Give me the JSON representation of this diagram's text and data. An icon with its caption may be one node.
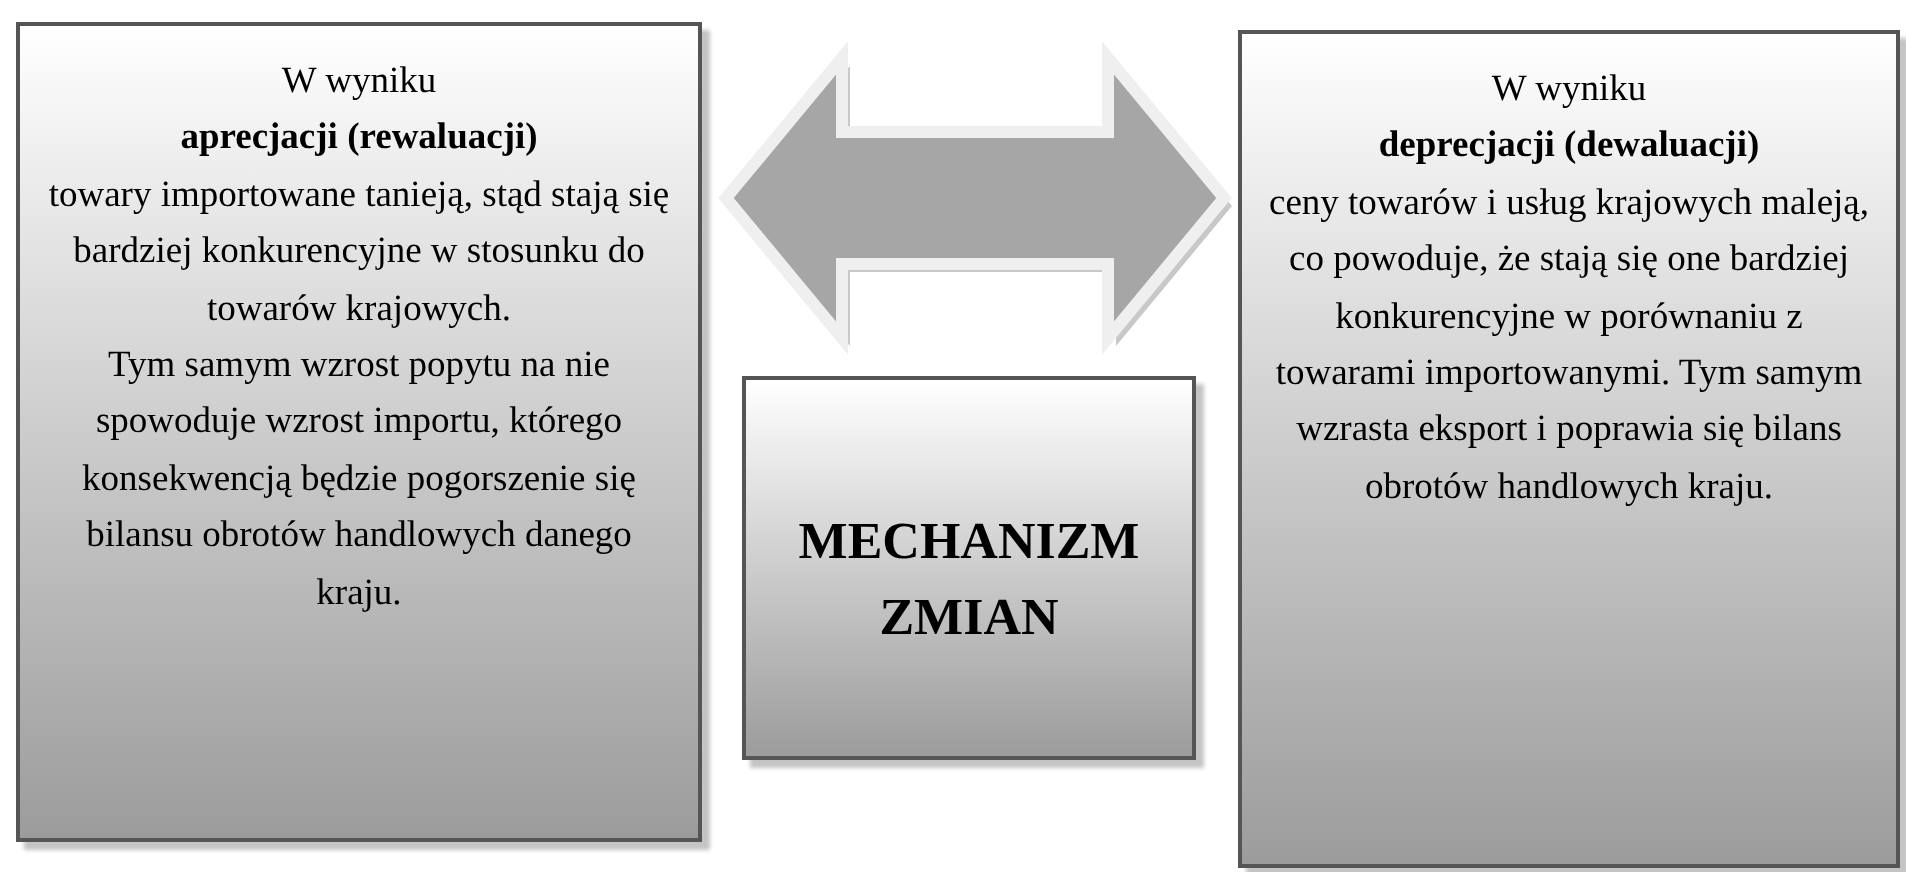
{
  "diagram": {
    "nodes": [
      {
        "text": [
          "W wyniku **aprecjacji (rewaluacji)** towary importowane tanieją, stąd stają się bardziej konkurencyjne w stosunku do towarów krajowych.",
          "Tym samym wzrost popytu na nie spowoduje wzrost importu, którego konsekwencją będzie pogorszenie się bilansu obrotów handlowych danego kraju."
        ]
      },
      {
        "text": [
          "MECHANIZM ZMIAN"
        ]
      },
      {
        "text": [
          "W wyniku **deprecjacji (dewaluacji)** ceny towarów i usług krajowych maleją, co powoduje, że stają się one bardziej konkurencyjne w porównaniu z towarami importowanymi. Tym samym wzrasta eksport i poprawia się bilans obrotów handlowych kraju."
        ]
      }
    ],
    "edges": [
      {
        "from": 0,
        "to": 2,
        "arrow": "both",
        "style": "thick"
      }
    ]
  }
}
